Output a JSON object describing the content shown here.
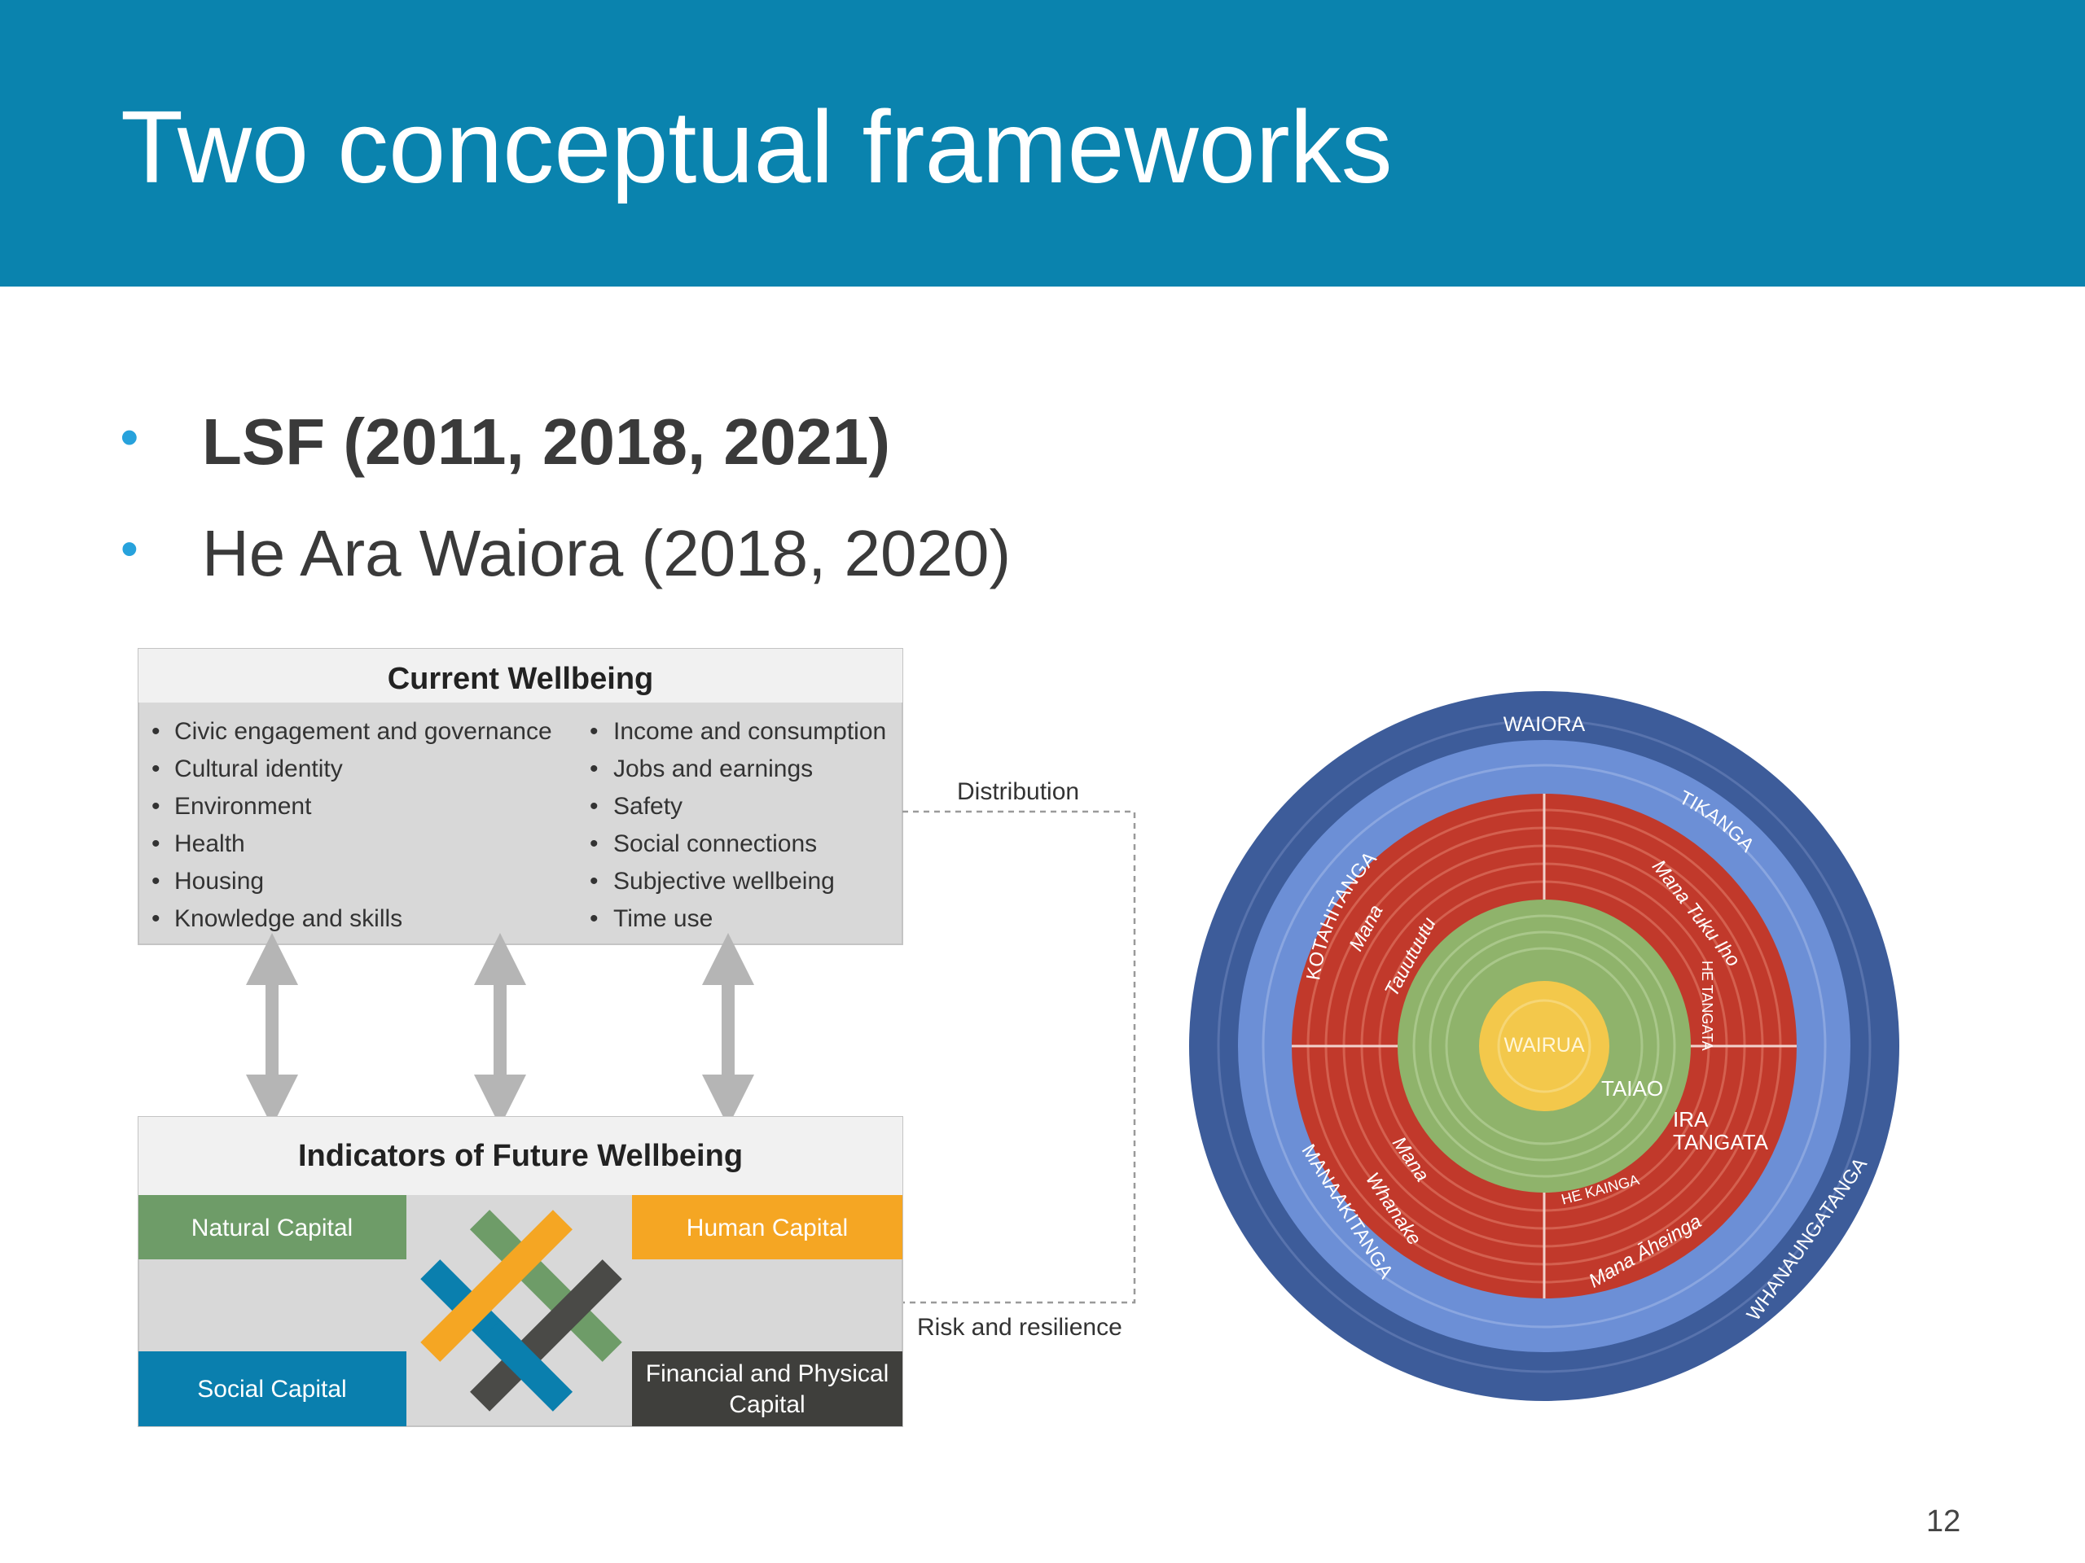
{
  "slide": {
    "title": "Two conceptual frameworks",
    "bullets": [
      "LSF (2011, 2018, 2021)",
      "He Ara Waiora (2018, 2020)"
    ],
    "page_number": "12"
  },
  "lsf": {
    "current_title": "Current Wellbeing",
    "left_items": [
      "Civic engagement and governance",
      "Cultural identity",
      "Environment",
      "Health",
      "Housing",
      "Knowledge and skills"
    ],
    "right_items": [
      "Income and consumption",
      "Jobs and earnings",
      "Safety",
      "Social connections",
      "Subjective wellbeing",
      "Time use"
    ],
    "distribution": "Distribution",
    "risk": "Risk and resilience",
    "future_title": "Indicators of Future Wellbeing",
    "natural": "Natural Capital",
    "human": "Human Capital",
    "social": "Social Capital",
    "financial_1": "Financial and Physical",
    "financial_2": "Capital",
    "colors": {
      "natural": "#6e9c68",
      "human": "#f5a623",
      "social": "#0a7fae",
      "financial": "#3f3f3c"
    }
  },
  "hew": {
    "waiora": "WAIORA",
    "kotahitanga": "KOTAHITANGA",
    "tikanga": "TIKANGA",
    "manaakitanga": "MANAAKITANGA",
    "whanaungatanga": "WHANAUNGATANGA",
    "mana_tauutuutu_1": "Mana",
    "mana_tauutuutu_2": "Tauutuutu",
    "mana_tuku_iho": "Mana Tuku Iho",
    "he_tangata": "HE TANGATA",
    "mana_whanake_1": "Mana",
    "mana_whanake_2": "Whanake",
    "he_kainga": "HE KAINGA",
    "mana_aheinga": "Mana Āheinga",
    "wairua": "WAIRUA",
    "taiao": "TAIAO",
    "ira_1": "IRA",
    "ira_2": "TANGATA",
    "colors": {
      "outer": "#3d5c9a",
      "blue": "#6c8fd6",
      "red": "#c1392b",
      "green": "#8fb36b",
      "yellow": "#f3c84b"
    }
  }
}
